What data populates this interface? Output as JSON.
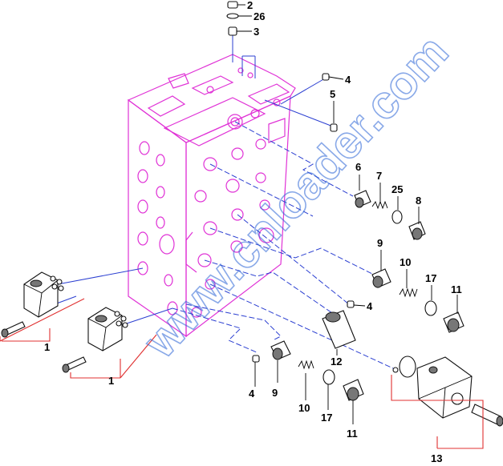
{
  "watermark": "www.cnloader.com",
  "callouts": {
    "c2": "2",
    "c26": "26",
    "c3": "3",
    "c4a": "4",
    "c5": "5",
    "c6": "6",
    "c7": "7",
    "c25": "25",
    "c8": "8",
    "c9a": "9",
    "c10a": "10",
    "c17a": "17",
    "c11a": "11",
    "c4b": "4",
    "c12": "12",
    "c4c": "4",
    "c9b": "9",
    "c10b": "10",
    "c17b": "17",
    "c11b": "11",
    "c13": "13",
    "c1a": "1",
    "c1b": "1"
  },
  "colors": {
    "valve_body": "#e032d6",
    "leader_lines": "#2b3fd1",
    "bracket_lines": "#e03030",
    "parts": "#111111",
    "watermark": "#2a63d6"
  }
}
